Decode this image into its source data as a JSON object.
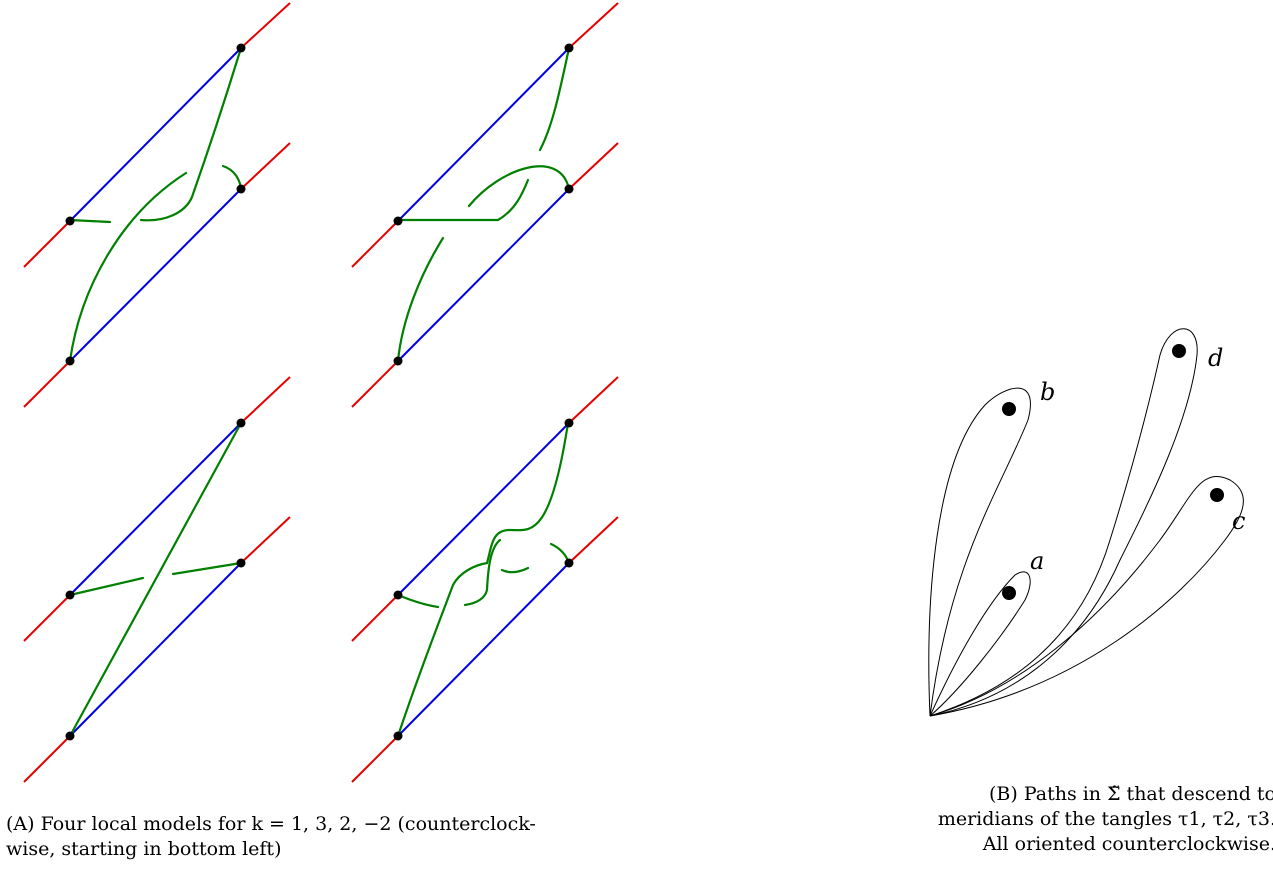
{
  "panel_a": {
    "caption_label": "(A)",
    "caption_text": "Four local models for k = 1, 3, 2, −2 (counterclock-",
    "caption_text2": "wise, starting in bottom left)"
  },
  "panel_b": {
    "caption_label": "(B)",
    "caption_text": "Paths in Σ̃ that descend to",
    "caption_text2": "meridians of the tangles τ1, τ2, τ3.",
    "caption_text3": "All oriented counterclockwise.",
    "point_labels": [
      "a",
      "b",
      "c",
      "d"
    ]
  },
  "colors": {
    "strand": "#e60000",
    "arc": "#0000e6",
    "tangle": "#008000",
    "path": "#000000"
  }
}
